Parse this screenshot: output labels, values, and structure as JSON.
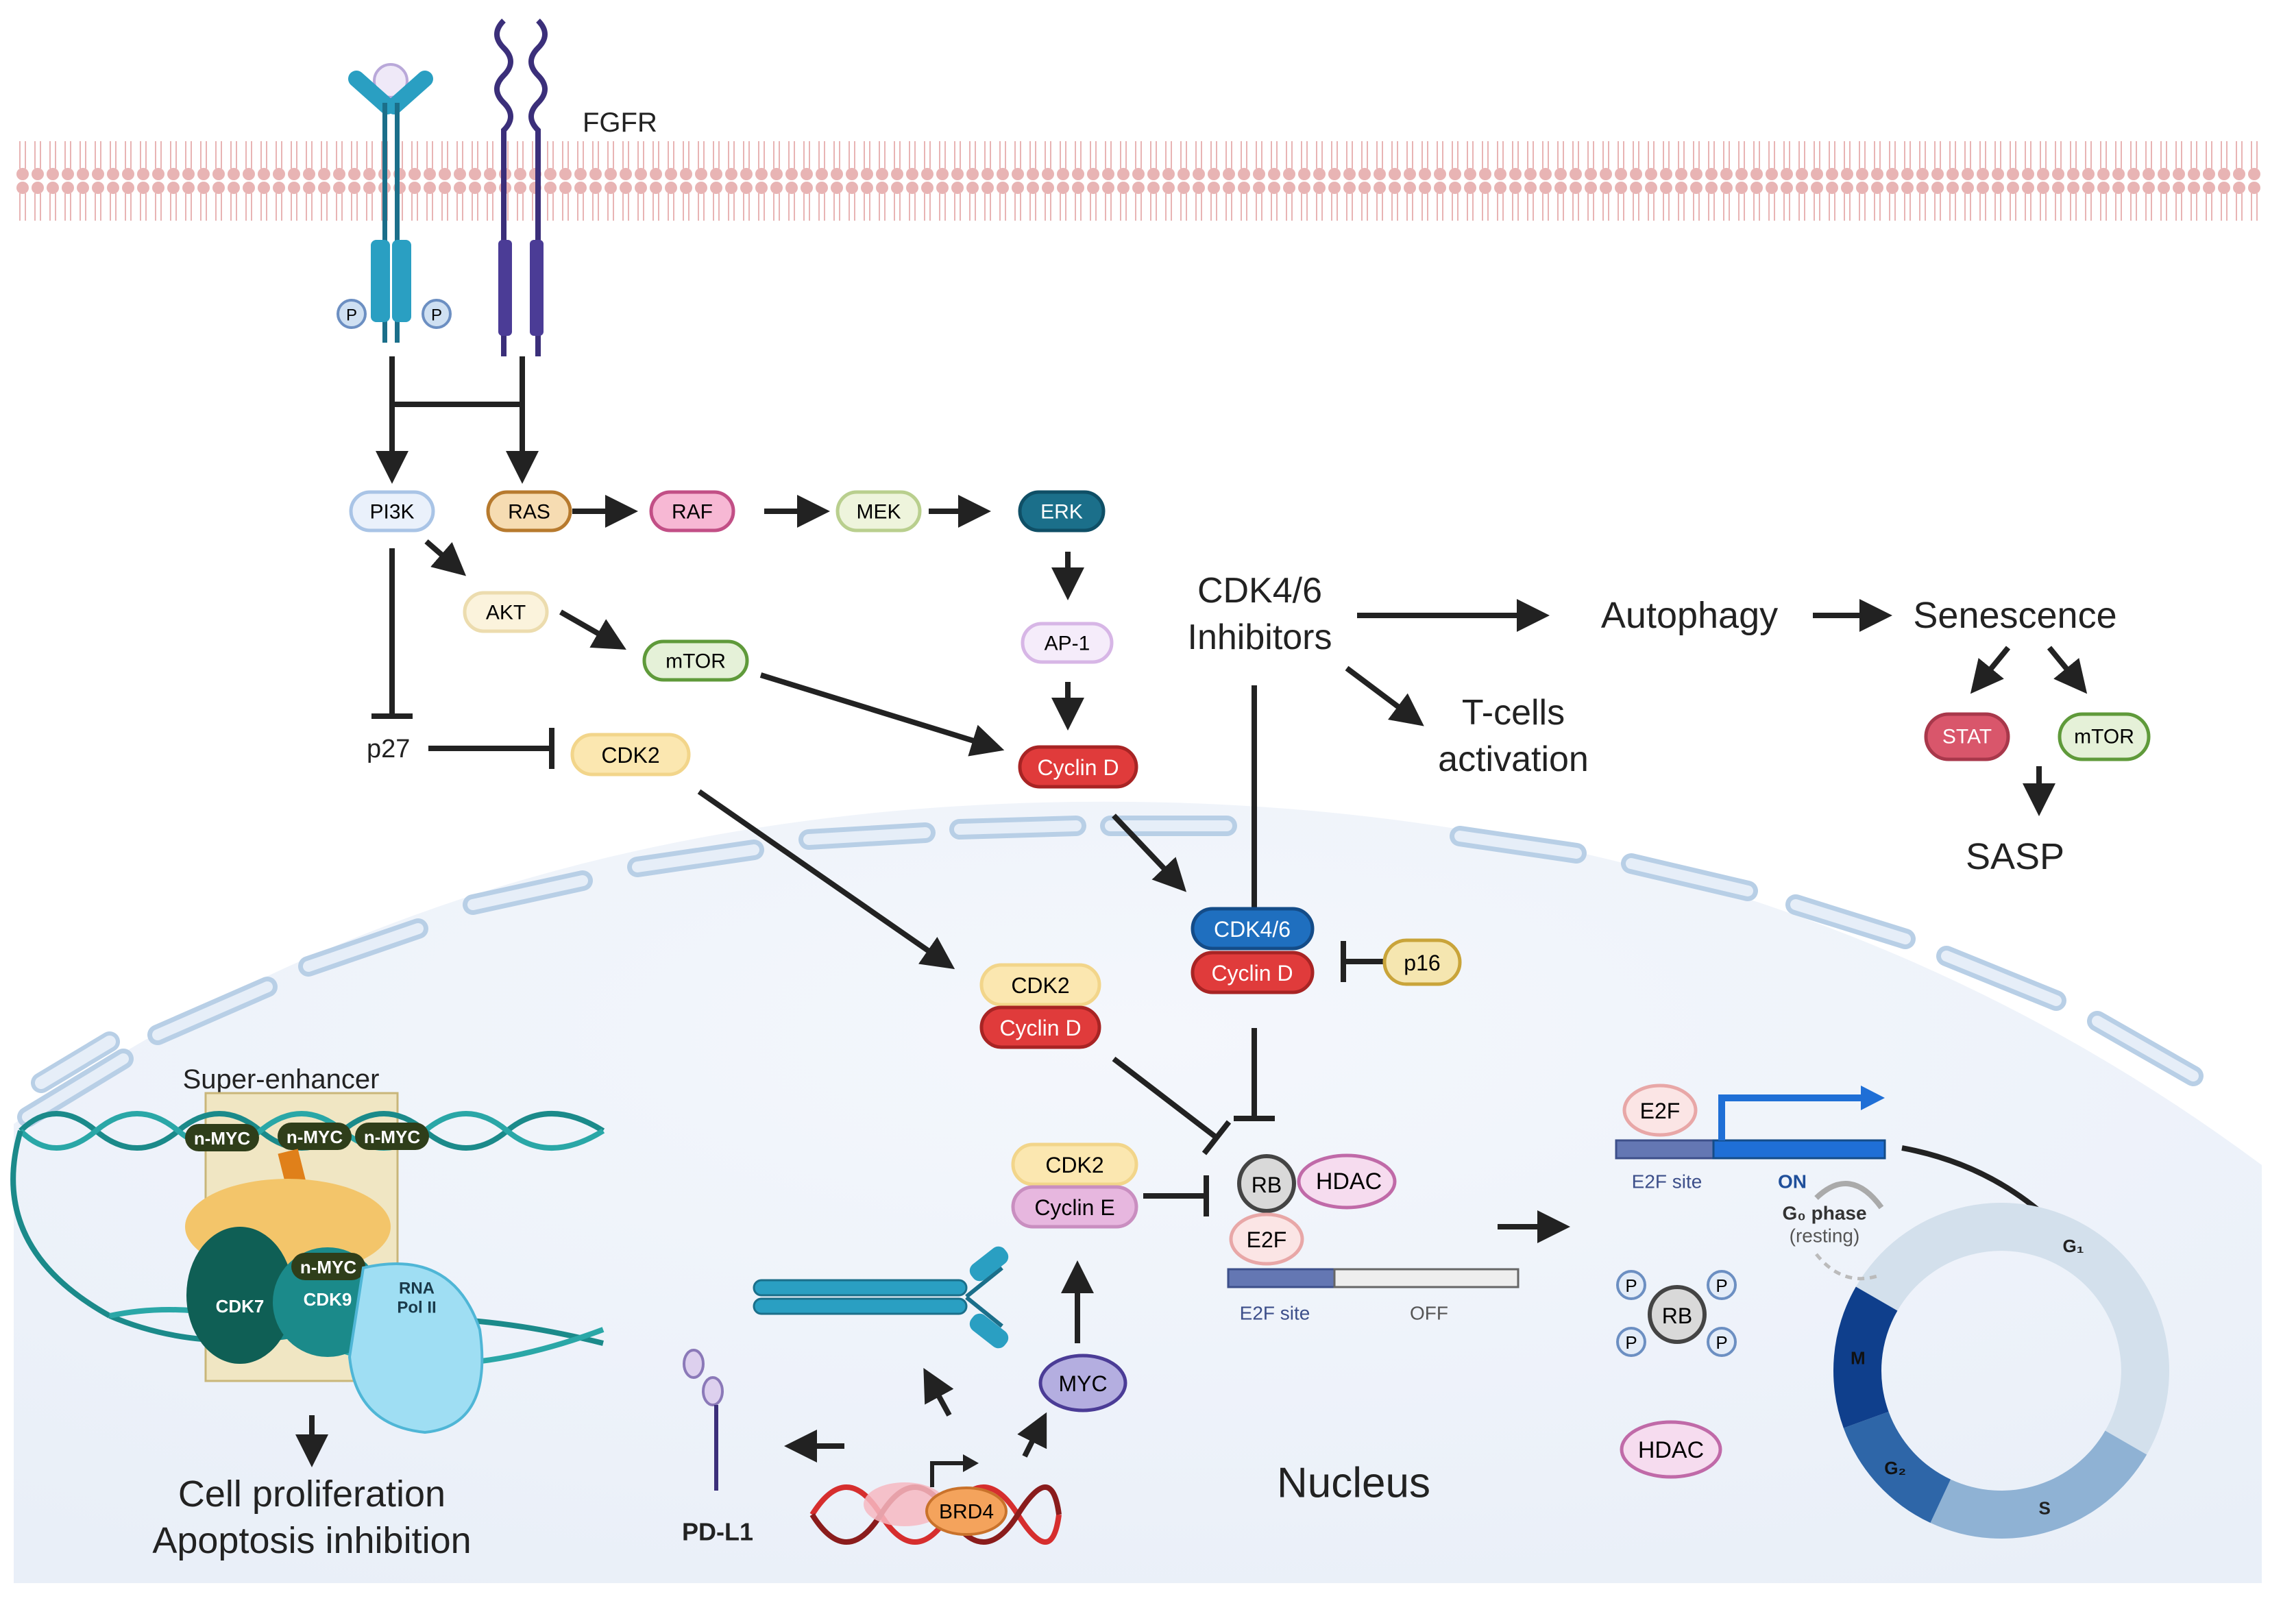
{
  "receptor": {
    "fgfr_label": "FGFR",
    "p_label": "P"
  },
  "pathway": {
    "pi3k": "PI3K",
    "ras": "RAS",
    "raf": "RAF",
    "mek": "MEK",
    "erk": "ERK",
    "akt": "AKT",
    "mtor": "mTOR",
    "ap1": "AP-1",
    "p27": "p27",
    "cdk2": "CDK2",
    "cyclin_d": "Cyclin D"
  },
  "inhibitors": {
    "title_line1": "CDK4/6",
    "title_line2": "Inhibitors",
    "autophagy": "Autophagy",
    "senescence": "Senescence",
    "tcells_line1": "T-cells",
    "tcells_line2": "activation",
    "stat": "STAT",
    "mtor": "mTOR",
    "sasp": "SASP"
  },
  "nucleus": {
    "label": "Nucleus",
    "cdk46": "CDK4/6",
    "cyclin_d": "Cyclin D",
    "p16": "p16",
    "cdk2_d_top": "CDK2",
    "cdk2_d_bottom": "Cyclin D",
    "cdk2_e_top": "CDK2",
    "cdk2_e_bottom": "Cyclin E",
    "rb": "RB",
    "hdac": "HDAC",
    "e2f": "E2F",
    "e2f_site": "E2F site",
    "off": "OFF",
    "on": "ON",
    "myc": "MYC",
    "brd4": "BRD4",
    "pdl1": "PD-L1",
    "p": "P",
    "hdac_free": "HDAC"
  },
  "super_enhancer": {
    "title": "Super-enhancer",
    "nmyc": "n-MYC",
    "cdk7": "CDK7",
    "cdk9": "CDK9",
    "rna_line1": "RNA",
    "rna_line2": "Pol II",
    "outcome_line1": "Cell proliferation",
    "outcome_line2": "Apoptosis inhibition"
  },
  "cell_cycle": {
    "g0_line1": "G₀ phase",
    "g0_line2": "(resting)",
    "g1": "G₁",
    "s": "S",
    "g2": "G₂",
    "m": "M"
  },
  "colors": {
    "membrane": "#e8b4b4",
    "nucleus_bg": "#eef3fa",
    "envelope": "#cfe0f2",
    "pi3k": "#a9c4e6",
    "ras": "#d9a05b",
    "raf": "#e27aa8",
    "mek": "#b9cf8e",
    "erk": "#1b6f8a",
    "akt": "#f1dfa8",
    "mtor": "#7ab64e",
    "ap1": "#d7b6e6",
    "cdk2": "#f6d98a",
    "cyclin_d": "#e03b3b",
    "cdk46": "#1f6fbf",
    "p16": "#c9a43a",
    "cyclin_e": "#dba4d3",
    "rb": "#666666",
    "hdac": "#d983c9",
    "e2f": "#e8a7a7",
    "myc": "#8b84c9",
    "brd4": "#f0a060",
    "stat": "#d9566b",
    "cycle_g1": "#d3e0ec",
    "cycle_s": "#8fb2d4",
    "cycle_g2": "#2e66a8",
    "cycle_m": "#0f3f8c"
  }
}
